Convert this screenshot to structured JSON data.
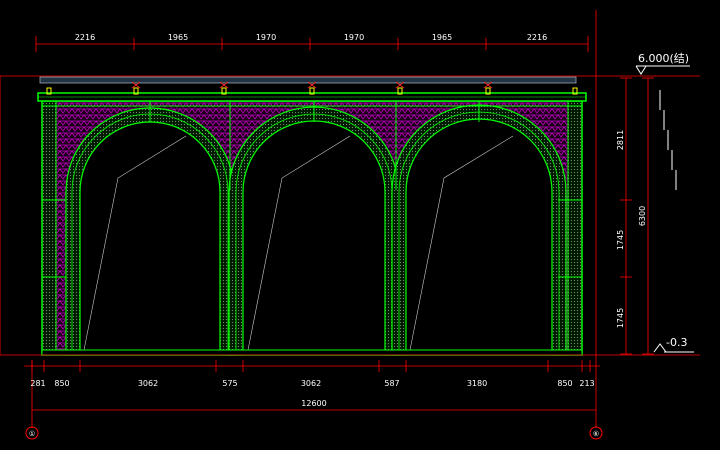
{
  "drawing": {
    "top_dims": [
      "2216",
      "1965",
      "1970",
      "1970",
      "1965",
      "2216"
    ],
    "bottom_dims": [
      "281",
      "850",
      "3062",
      "575",
      "3062",
      "587",
      "3180",
      "850",
      "213"
    ],
    "overall_width": "12600",
    "right_dims": [
      "2811",
      "1745",
      "1745"
    ],
    "right_overall": "6300",
    "level_top": "6.000(结)",
    "level_bottom": "-0.3",
    "axis_left": "①",
    "axis_right": "⑥"
  }
}
